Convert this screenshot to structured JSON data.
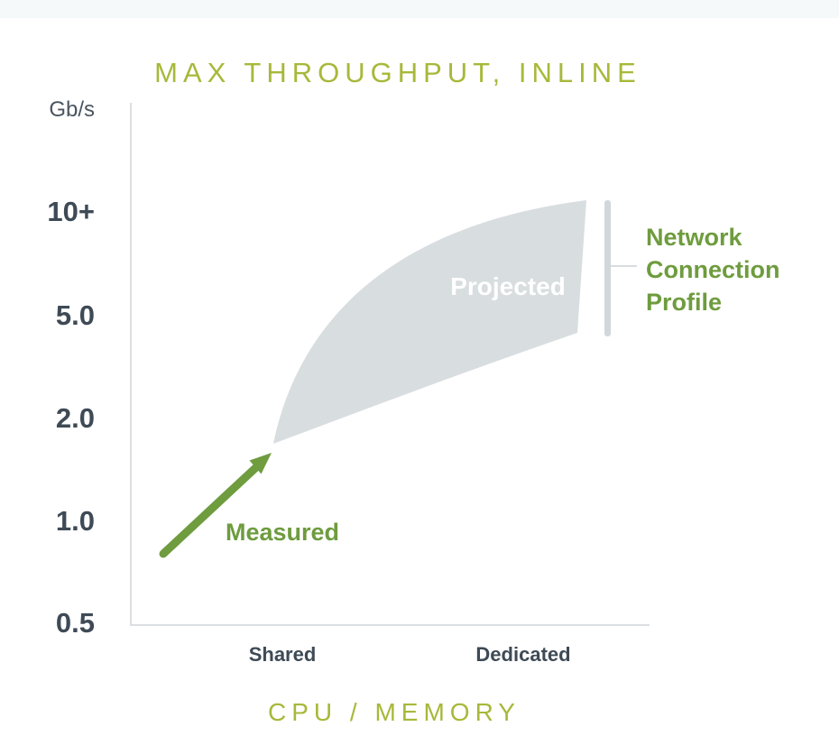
{
  "colors": {
    "olive": "#a8b83a",
    "green": "#6e9c3e",
    "slate": "#3e4a55",
    "band_gray": "#d8dde0",
    "bar_gray": "#d2d7da",
    "connector_gray": "#d9dcdf",
    "axis_gray": "#dcdfe2",
    "top_band": "#f5f9fa",
    "projected_text": "#ffffff"
  },
  "chart_data": {
    "type": "area",
    "title": "MAX THROUGHPUT, INLINE",
    "ylabel": "Gb/s",
    "xlabel": "CPU / MEMORY",
    "yscale": "log-like",
    "yticks": [
      "10+",
      "5.0",
      "2.0",
      "1.0",
      "0.5"
    ],
    "ytick_values": [
      10,
      5.0,
      2.0,
      1.0,
      0.5
    ],
    "categories": [
      "Shared",
      "Dedicated"
    ],
    "grid": false,
    "legend": "none",
    "series": [
      {
        "name": "Measured",
        "style": "arrow",
        "x": [
          "below Shared",
          "Shared"
        ],
        "values_gbps": [
          0.8,
          1.7
        ]
      },
      {
        "name": "Projected upper bound",
        "style": "band-upper-edge",
        "x": [
          "Shared",
          "Dedicated"
        ],
        "values_gbps": [
          1.7,
          10.5
        ]
      },
      {
        "name": "Projected lower bound",
        "style": "band-lower-edge",
        "x": [
          "Shared",
          "Dedicated"
        ],
        "values_gbps": [
          1.7,
          4.2
        ]
      }
    ],
    "annotations": {
      "projected": "Projected",
      "measured": "Measured",
      "profile_lines": [
        "Network",
        "Connection",
        "Profile"
      ]
    }
  }
}
